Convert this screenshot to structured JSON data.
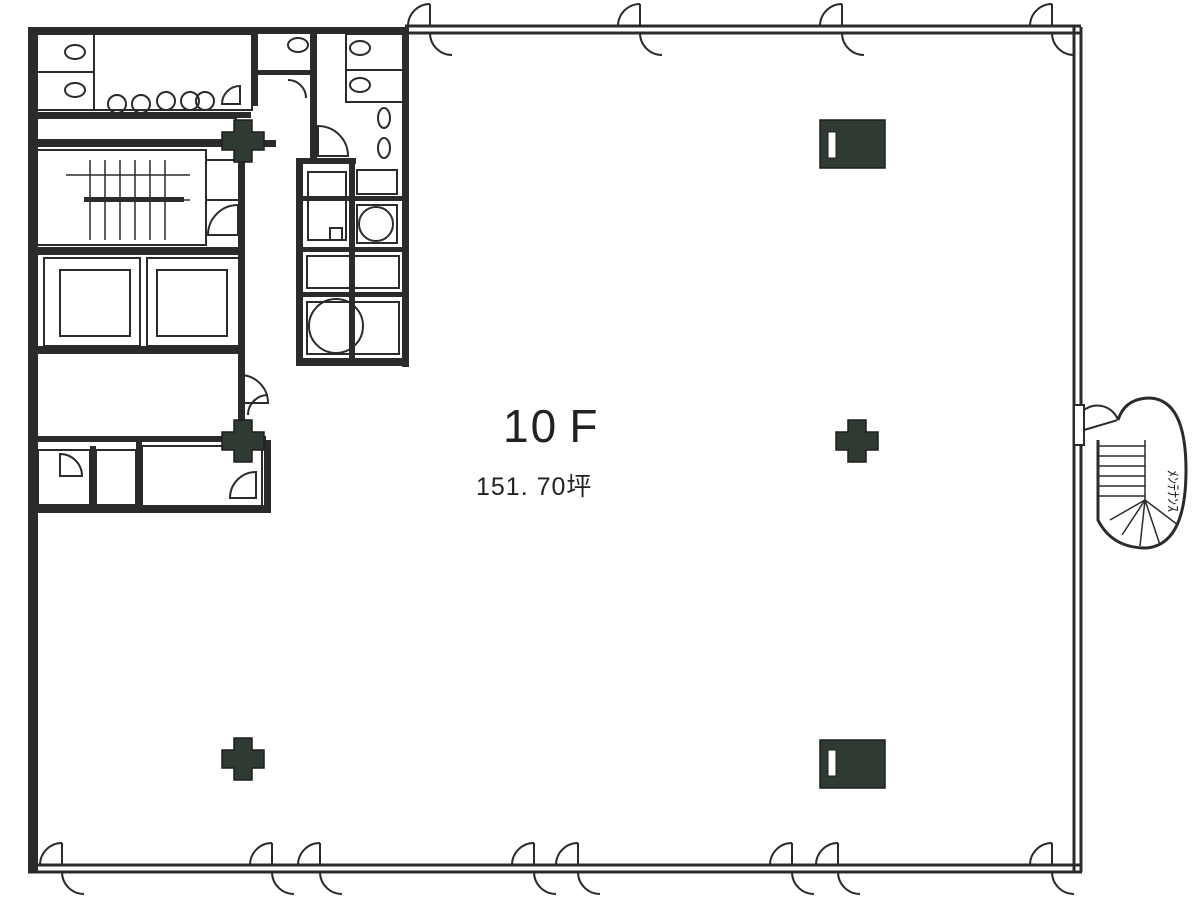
{
  "floor": {
    "name": "10 F",
    "area": "151. 70坪"
  },
  "stair_label": "ﾒﾝﾃﾅﾝｽ"
}
